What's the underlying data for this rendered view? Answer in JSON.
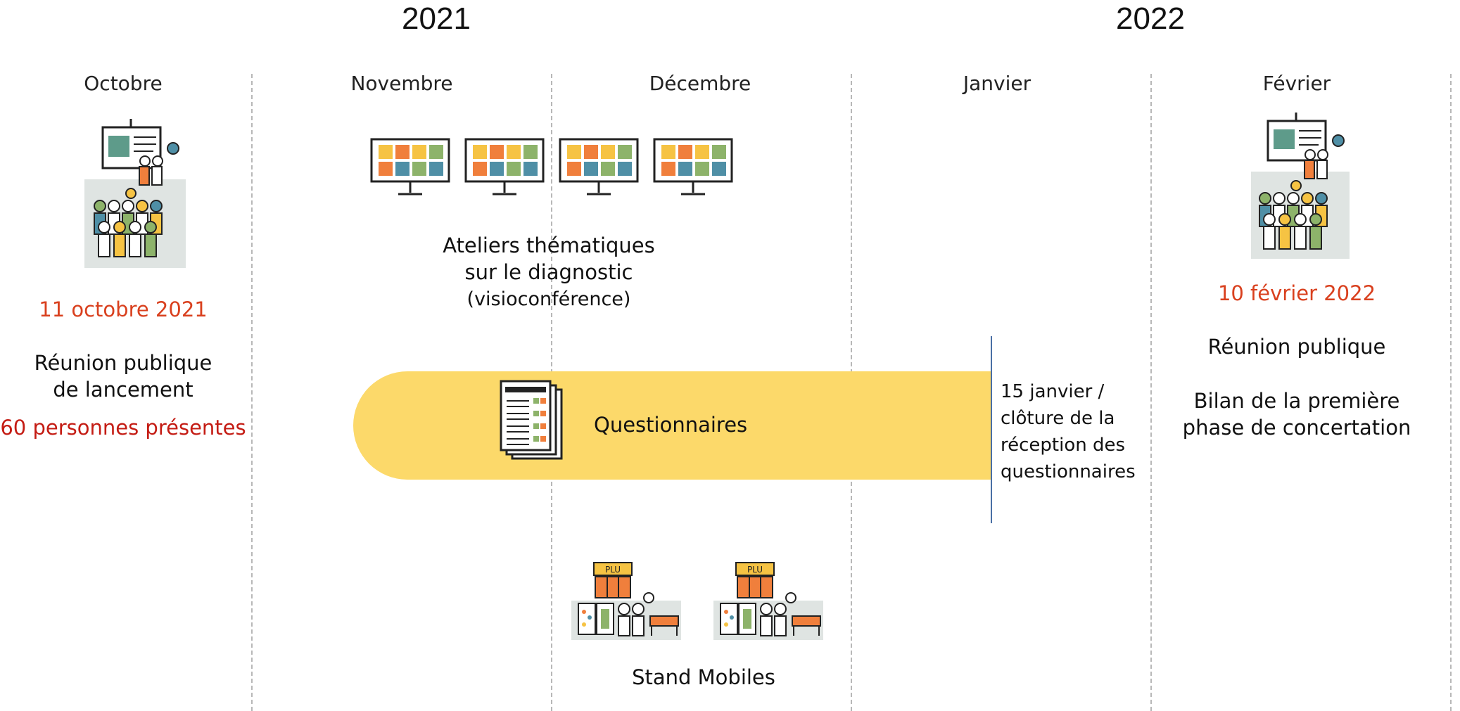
{
  "years": [
    "2021",
    "2022"
  ],
  "months": [
    "Octobre",
    "Novembre",
    "Décembre",
    "Janvier",
    "Février"
  ],
  "launch_meeting": {
    "date": "11 octobre 2021",
    "title_line1": "Réunion publique",
    "title_line2": "de lancement",
    "attendance": "60 personnes présentes"
  },
  "workshops": {
    "title_line1": "Ateliers thématiques",
    "title_line2": "sur le diagnostic",
    "mode": "(visioconférence)"
  },
  "questionnaires": {
    "label": "Questionnaires",
    "deadline_lines": [
      "15 janvier /",
      "clôture de la",
      "réception des",
      "questionnaires"
    ]
  },
  "stands": {
    "sign": "PLU",
    "label": "Stand Mobiles"
  },
  "closing_meeting": {
    "date": "10 février 2022",
    "title": "Réunion publique",
    "subtitle_line1": "Bilan de la première",
    "subtitle_line2": "phase de concertation"
  },
  "colors": {
    "accent_date": "#d9401e",
    "attendance": "#c41c14",
    "band": "#fcd96a",
    "deadline_line": "#4a6fa5",
    "icon_orange": "#f07f3c",
    "icon_yellow": "#f6c343",
    "icon_green": "#8db36a",
    "icon_teal": "#4f8fa6",
    "icon_gray_bg": "#dfe4e2"
  }
}
